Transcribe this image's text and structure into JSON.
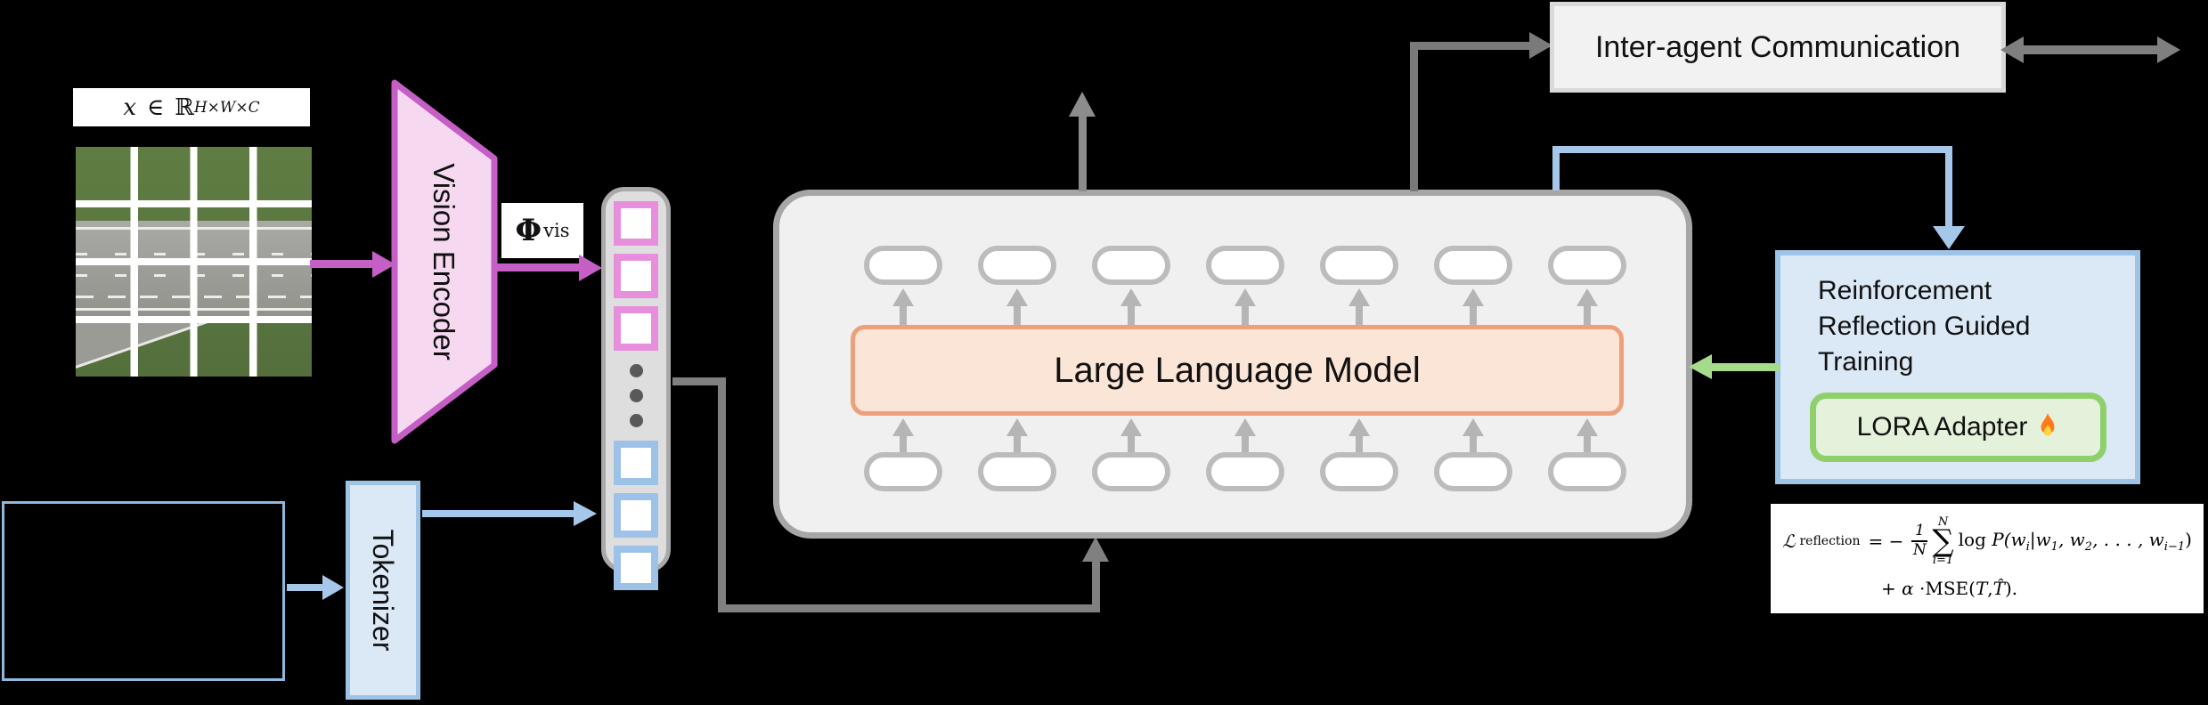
{
  "colors": {
    "background": "#000000",
    "magenta_arrow": "#c55fc5",
    "vision_encoder_fill": "#f6d9f1",
    "vision_encoder_border": "#c55fc5",
    "blue_box_fill": "#dbe8f6",
    "blue_box_border": "#9dc3e6",
    "blue_arrow": "#a5c7e9",
    "gray_arrow": "#808080",
    "llm_fill": "#f0f0f0",
    "llm_border": "#a6a6a6",
    "orange_fill": "#fbe5d6",
    "orange_border": "#eda07a",
    "inter_agent_fill": "#f2f2f2",
    "lora_fill": "#e4f1db",
    "lora_border": "#90d06c",
    "green_arrow": "#a6db8c",
    "vision_token_border": "#e78fdc",
    "text_token_border": "#9cc2e8",
    "ellipsis_dot": "#595959"
  },
  "input_image": {
    "var": "x",
    "element_of": "∈",
    "set": "ℝ",
    "superscript": "H×W×C"
  },
  "vision_encoder": {
    "label": "Vision Encoder"
  },
  "projection": {
    "symbol": "Φ",
    "subscript": "vis"
  },
  "tokenizer": {
    "label": "Tokenizer"
  },
  "token_stack": {
    "vision_tokens": 3,
    "ellipsis_dots": 3,
    "text_tokens": 3
  },
  "llm": {
    "label": "Large Language Model",
    "token_slots_per_row": 7
  },
  "inter_agent": {
    "label": "Inter-agent Communication"
  },
  "training_module": {
    "title_lines": [
      "Reinforcement",
      "Reflection Guided",
      "Training"
    ],
    "lora_label": "LORA Adapter",
    "lora_icon": "flame-icon"
  },
  "loss_formula": {
    "lhs": "ℒ",
    "lhs_sub": "reflection",
    "rel": "= −",
    "frac_num": "1",
    "frac_den": "N",
    "sum_upper": "N",
    "sum_symbol": "∑",
    "sum_lower": "i=1",
    "log_fn": "log ",
    "p1": "P(w",
    "s1": "i",
    "p2": "|w",
    "s2": "1",
    "p3": ", w",
    "s3": "2",
    "p4": ", . . . , w",
    "s4": "i−1",
    "p5": ")",
    "l2_plus": "+ α · ",
    "l2_fn": "MSE(",
    "l2_T1": "T",
    "l2_sep": ", ",
    "l2_T2": "T̂",
    "l2_close": ")."
  }
}
